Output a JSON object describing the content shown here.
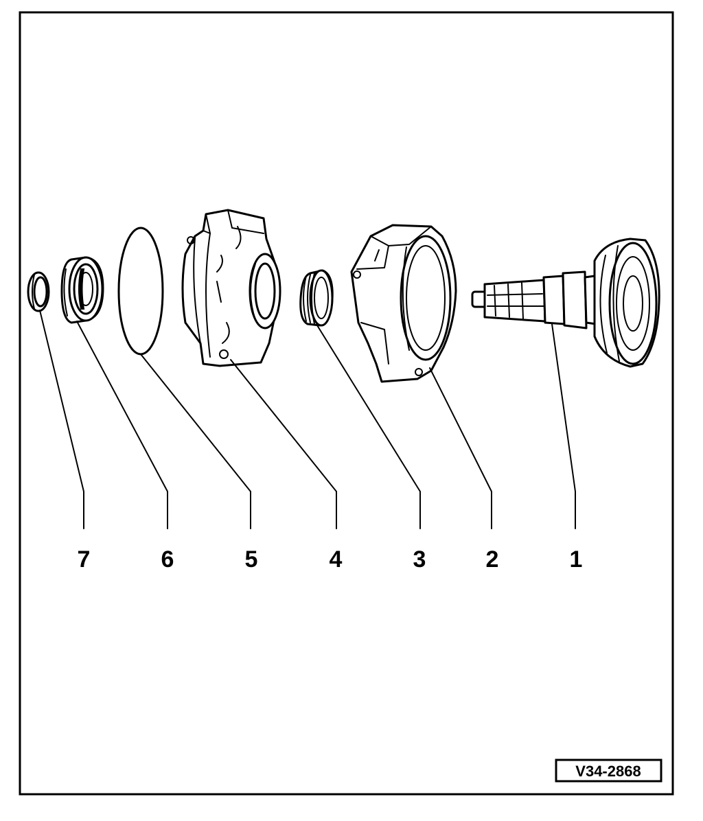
{
  "diagram": {
    "reference_code": "V34-2868",
    "callouts": [
      "7",
      "6",
      "5",
      "4",
      "3",
      "2",
      "1"
    ]
  },
  "icons": [
    "exploded-parts-drawing"
  ]
}
